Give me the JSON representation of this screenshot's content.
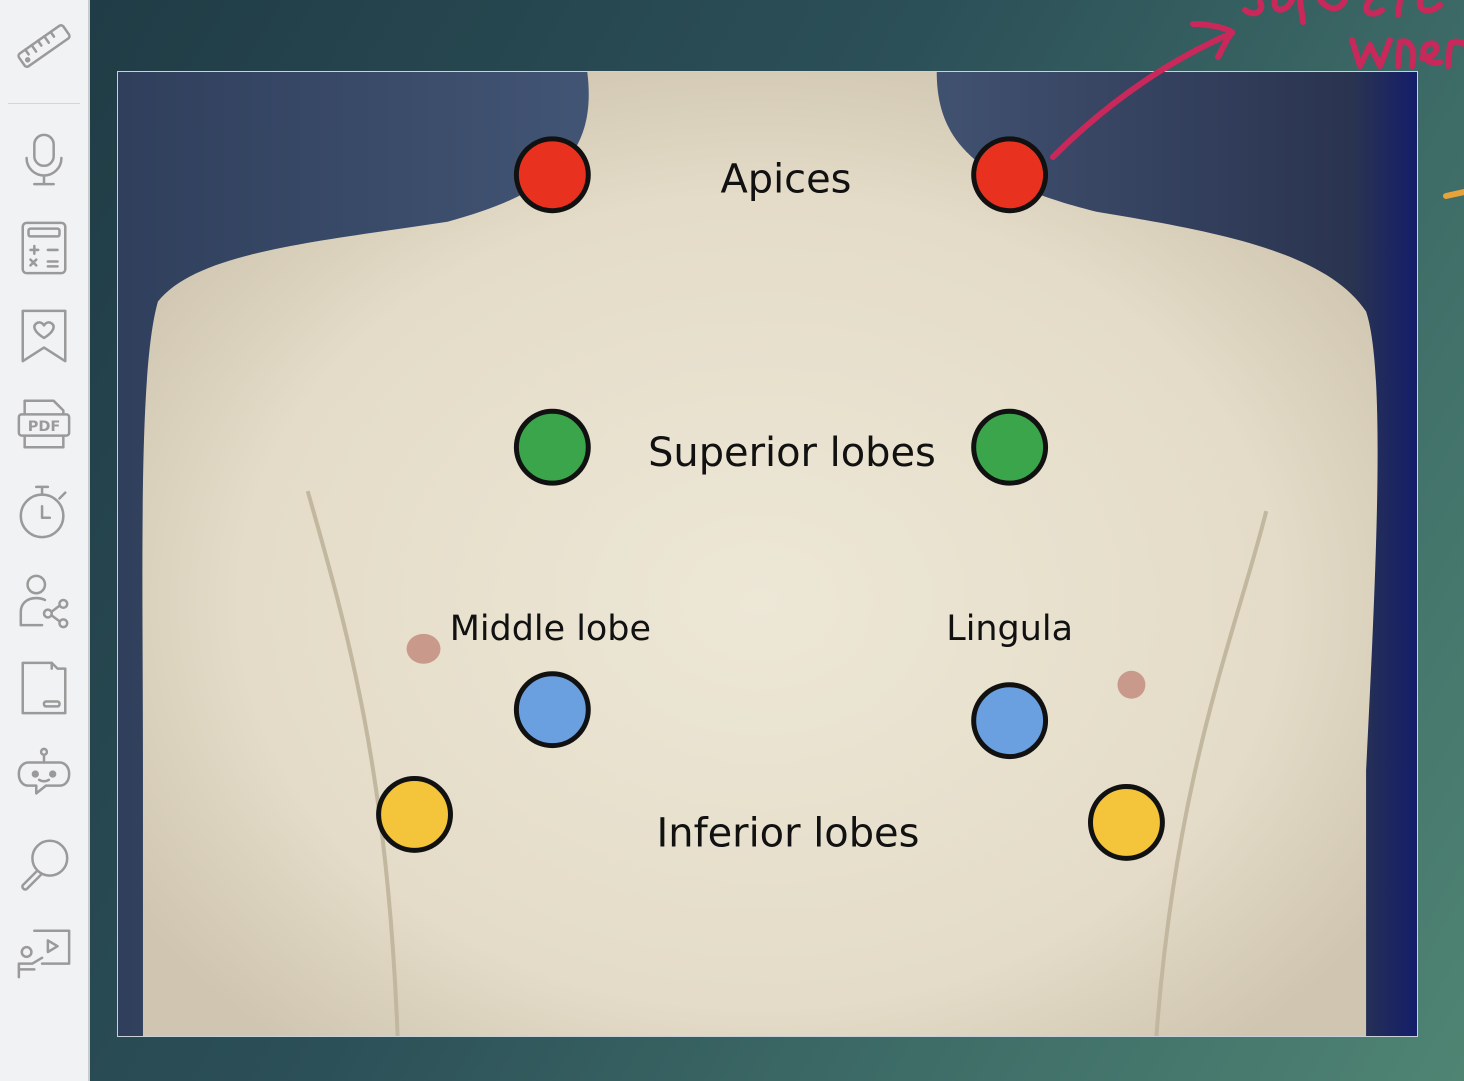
{
  "sidebar": {
    "tools": [
      {
        "name": "ruler-icon"
      },
      {
        "name": "microphone-icon"
      },
      {
        "name": "calculator-icon"
      },
      {
        "name": "bookmark-heart-icon"
      },
      {
        "name": "pdf-icon",
        "text": "PDF"
      },
      {
        "name": "stopwatch-icon"
      },
      {
        "name": "user-share-icon"
      },
      {
        "name": "folder-icon"
      },
      {
        "name": "chatbot-icon"
      },
      {
        "name": "search-icon"
      },
      {
        "name": "presentation-icon"
      }
    ]
  },
  "image": {
    "labels": {
      "apices": "Apices",
      "superior": "Superior lobes",
      "middle": "Middle lobe",
      "lingula": "Lingula",
      "inferior": "Inferior lobes"
    },
    "colors": {
      "apices": "#e8311f",
      "superior": "#3aa54a",
      "middle_lingula": "#6a9fe0",
      "inferior": "#f4c43b",
      "ink": "#c8285a",
      "ink_orange": "#e8a23a"
    }
  }
}
